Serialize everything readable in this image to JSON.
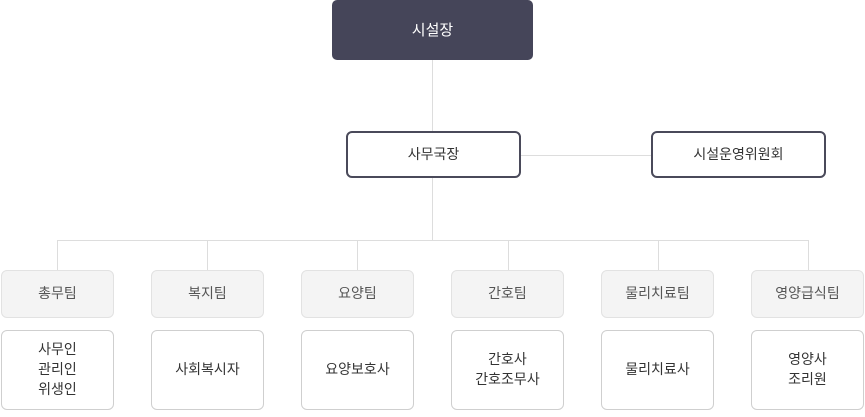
{
  "head": {
    "label": "시설장"
  },
  "secretary": {
    "label": "사무국장"
  },
  "committee": {
    "label": "시설운영위원회"
  },
  "teams": [
    {
      "name": "총무팀",
      "staff": [
        "사무인",
        "관리인",
        "위생인"
      ]
    },
    {
      "name": "복지팀",
      "staff": [
        "사회복시자"
      ]
    },
    {
      "name": "요양팀",
      "staff": [
        "요양보호사"
      ]
    },
    {
      "name": "간호팀",
      "staff": [
        "간호사",
        "간호조무사"
      ]
    },
    {
      "name": "물리치료팀",
      "staff": [
        "물리치료사"
      ]
    },
    {
      "name": "영양급식팀",
      "staff": [
        "영양사",
        "조리원"
      ]
    }
  ],
  "colors": {
    "head_bg": "#454559",
    "line": "#dddddd",
    "team_bg": "#f4f4f4"
  }
}
